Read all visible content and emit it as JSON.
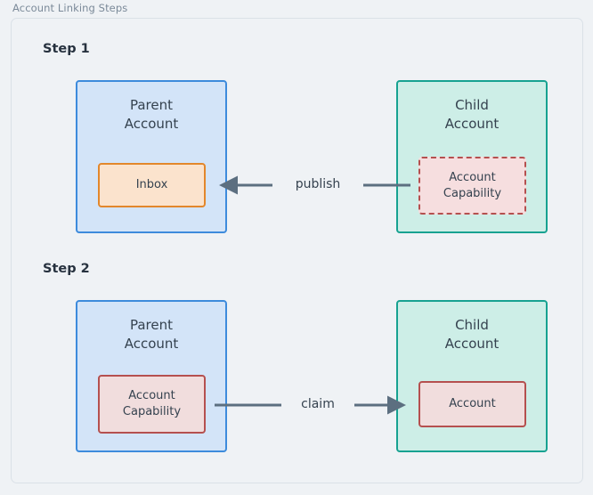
{
  "frame": {
    "title": "Account Linking Steps"
  },
  "colors": {
    "background": "#eff2f5",
    "frame_border": "#dae1e7",
    "frame_title_text": "#7b8a99",
    "step_label_text": "#27323f",
    "parent_fill": "#d3e4f8",
    "parent_border": "#3d8bdc",
    "child_fill": "#cdeee7",
    "child_border": "#17a291",
    "inbox_fill": "#fbe3cd",
    "inbox_border": "#e3872b",
    "capability_fill": "#f6dedf",
    "capability_border": "#b5504f",
    "arrow": "#5c6f80",
    "box_text": "#35424f"
  },
  "steps": [
    {
      "label": "Step 1",
      "parent": {
        "title": "Parent\nAccount",
        "inner": {
          "label": "Inbox",
          "style": "solid-orange"
        }
      },
      "child": {
        "title": "Child\nAccount",
        "inner": {
          "label": "Account\nCapability",
          "style": "dashed-red"
        }
      },
      "arrow": {
        "label": "publish",
        "direction": "left"
      }
    },
    {
      "label": "Step 2",
      "parent": {
        "title": "Parent\nAccount",
        "inner": {
          "label": "Account\nCapability",
          "style": "solid-red"
        }
      },
      "child": {
        "title": "Child\nAccount",
        "inner": {
          "label": "Account",
          "style": "solid-red"
        }
      },
      "arrow": {
        "label": "claim",
        "direction": "right"
      }
    }
  ]
}
